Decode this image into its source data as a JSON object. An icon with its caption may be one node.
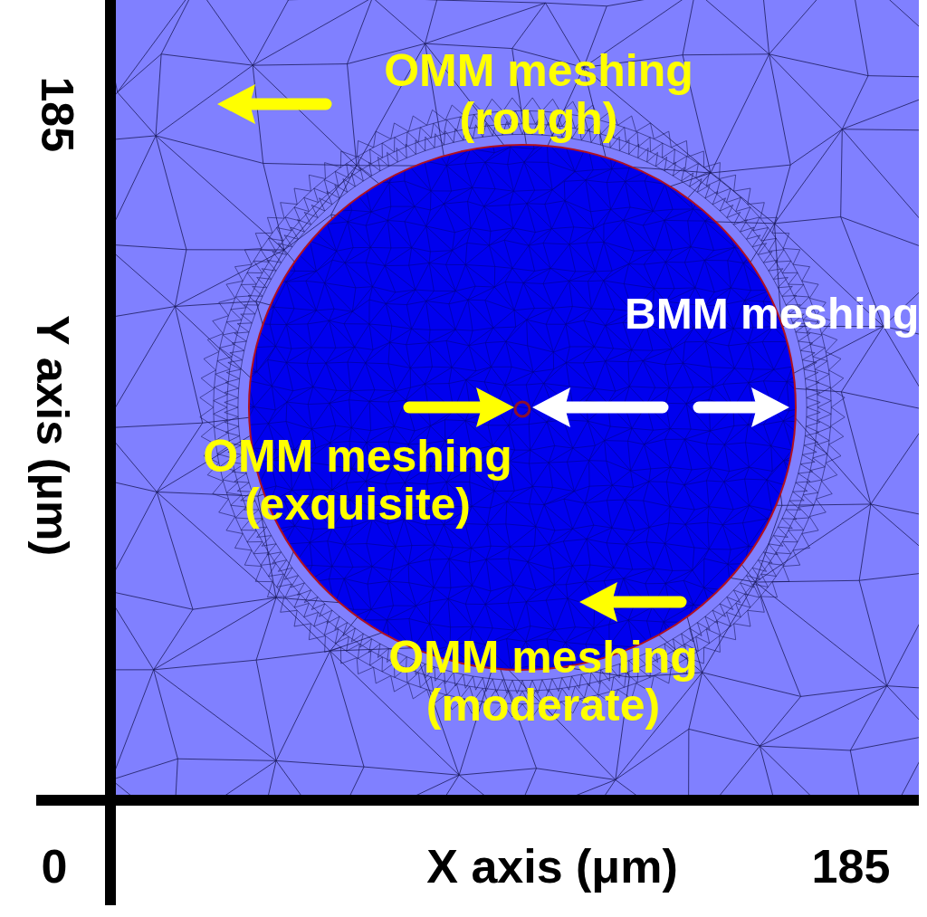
{
  "diagram": {
    "labels": [
      "185",
      "Y axis (μm)",
      "OMM meshing (rough)",
      "BMM meshing",
      "OMM meshing (exquisite)",
      "OMM meshing (moderate)",
      "0",
      "X axis (μm)",
      "185"
    ]
  }
}
